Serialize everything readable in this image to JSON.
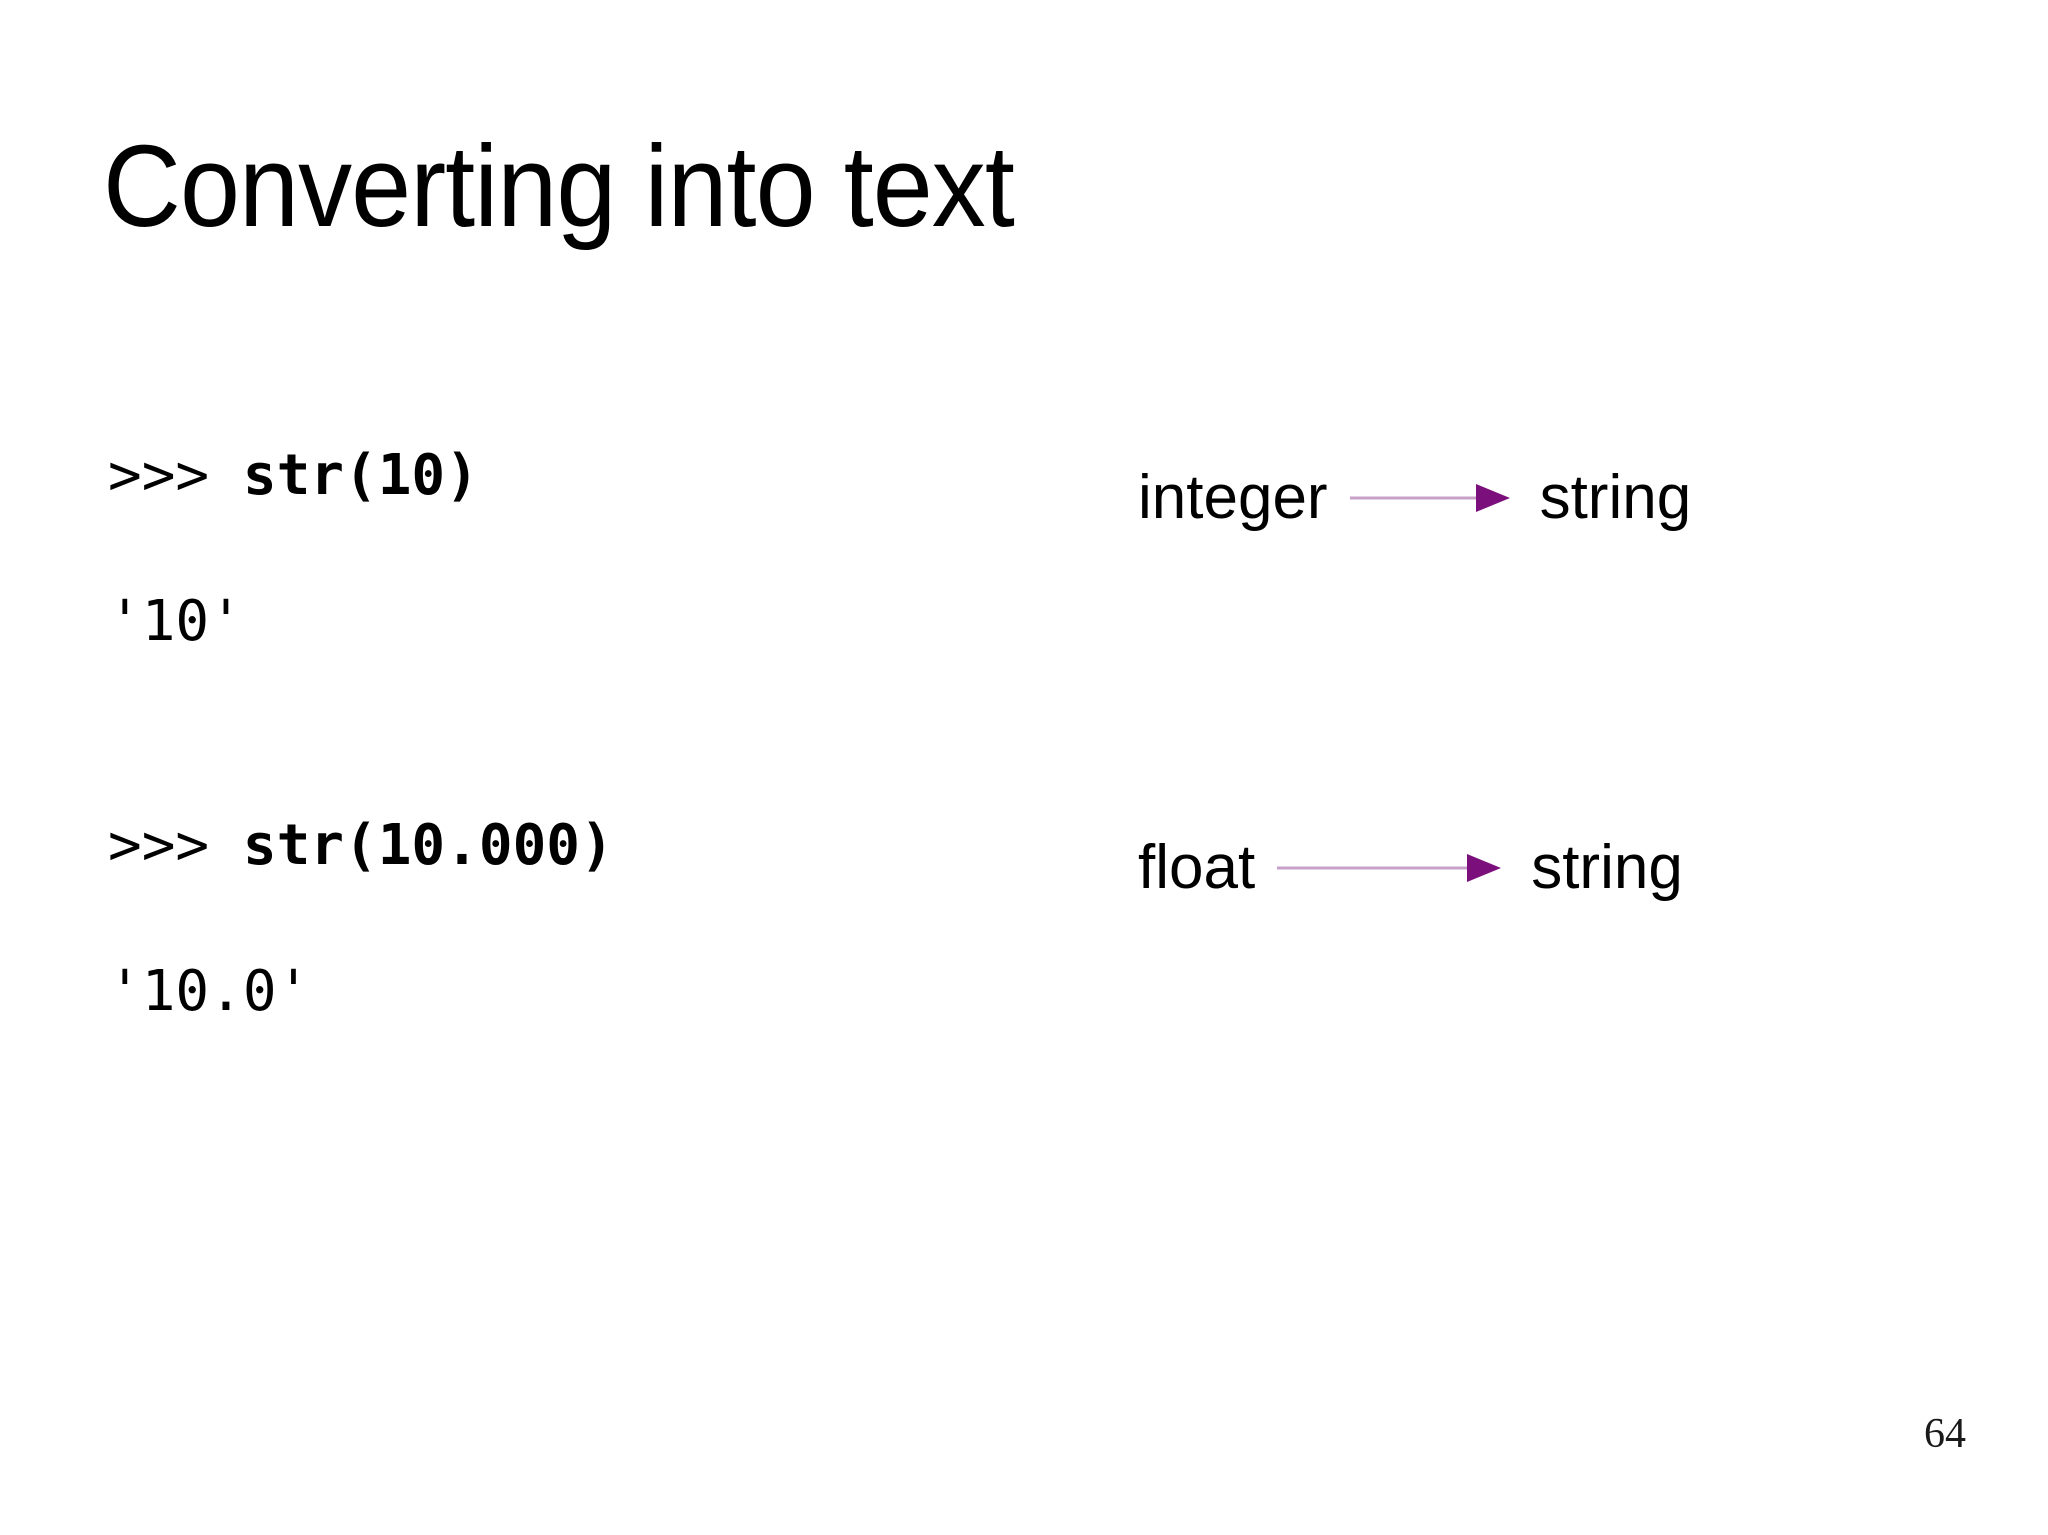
{
  "slide": {
    "title": "Converting into text",
    "page_number": "64",
    "background_color": "#ffffff",
    "text_color": "#000000"
  },
  "repl": {
    "entries": [
      {
        "prompt": ">>> ",
        "expression": "str(10)",
        "output": "'10'"
      },
      {
        "prompt": ">>> ",
        "expression": "str(10.000)",
        "output": "'10.0'"
      }
    ]
  },
  "conversions": {
    "line_color": "#c8a0c8",
    "arrowhead_color": "#7b0f7b",
    "rows": [
      {
        "source": "integer",
        "target": "string",
        "arrow_label": "converts-to-arrow"
      },
      {
        "source": "float",
        "target": "string",
        "arrow_label": "converts-to-arrow"
      }
    ]
  }
}
